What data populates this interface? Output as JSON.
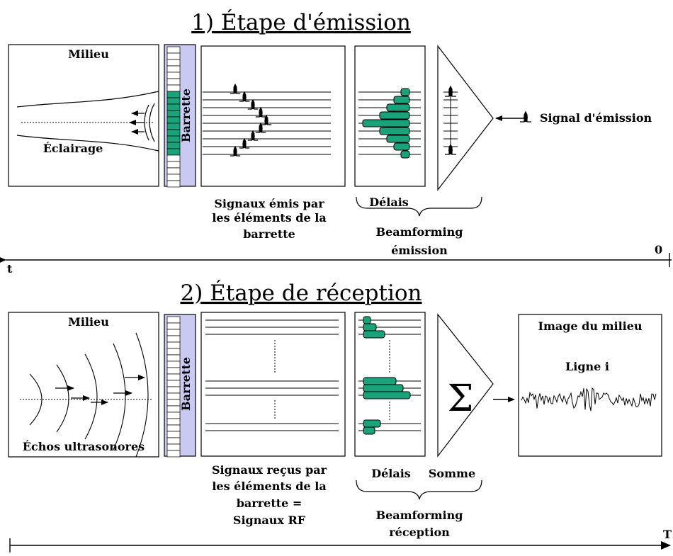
{
  "emission": {
    "title": "1) Étape d'émission",
    "milieu": "Milieu",
    "eclairage": "Éclairage",
    "barrette": "Barrette",
    "signaux_line1": "Signaux émis par",
    "signaux_line2": "les éléments de la",
    "signaux_line3": "barrette",
    "delais": "Délais",
    "beamforming_line1": "Beamforming",
    "beamforming_line2": "émission",
    "signal_emission": "Signal d'émission",
    "axis_left": "t",
    "axis_right": "0"
  },
  "reception": {
    "title": "2) Étape de réception",
    "milieu": "Milieu",
    "echos": "Échos ultrasonores",
    "barrette": "Barrette",
    "signaux_line1": "Signaux reçus par",
    "signaux_line2": "les éléments de la",
    "signaux_line3": "barrette =",
    "signaux_line4": "Signaux RF",
    "delais": "Délais",
    "somme": "Somme",
    "sigma": "Σ",
    "beamforming_line1": "Beamforming",
    "beamforming_line2": "réception",
    "image_title": "Image du milieu",
    "ligne": "Ligne i",
    "axis_right": "T"
  },
  "colors": {
    "accent_green": "#1aa37a",
    "barrette_fill": "#c9c9f2",
    "ink": "#000000"
  }
}
